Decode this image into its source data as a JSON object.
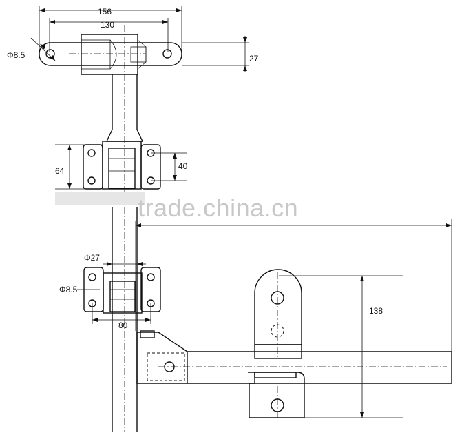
{
  "dimensions": {
    "overall_width": "156",
    "hole_spacing": "130",
    "hole_dia_top": "Φ8.5",
    "handle_height": "27",
    "bracket_height": "64",
    "bracket_spacing": "40",
    "rod_dia": "Φ27",
    "hole_dia_lower": "Φ8.5",
    "lower_bracket_width": "80",
    "keeper_height": "138"
  },
  "watermark": "trade.china.cn"
}
